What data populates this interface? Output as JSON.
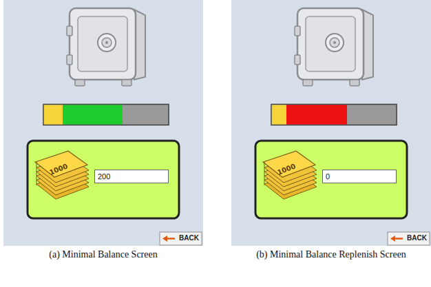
{
  "diagram": {
    "nodes": [
      {
        "text": [
          "(a) Minimal Balance Screen"
        ]
      },
      {
        "text": [
          "1000"
        ],
        "in": 0
      },
      {
        "text": [
          "200"
        ],
        "in": 1
      },
      {
        "text": [
          "BACK"
        ],
        "in": 0
      },
      {
        "text": [
          "(b) Minimal Balance Replenish Screen"
        ]
      },
      {
        "text": [
          "1000"
        ],
        "in": 4
      },
      {
        "text": [
          "0"
        ],
        "in": 5
      },
      {
        "text": [
          "BACK"
        ],
        "in": 4
      }
    ]
  }
}
